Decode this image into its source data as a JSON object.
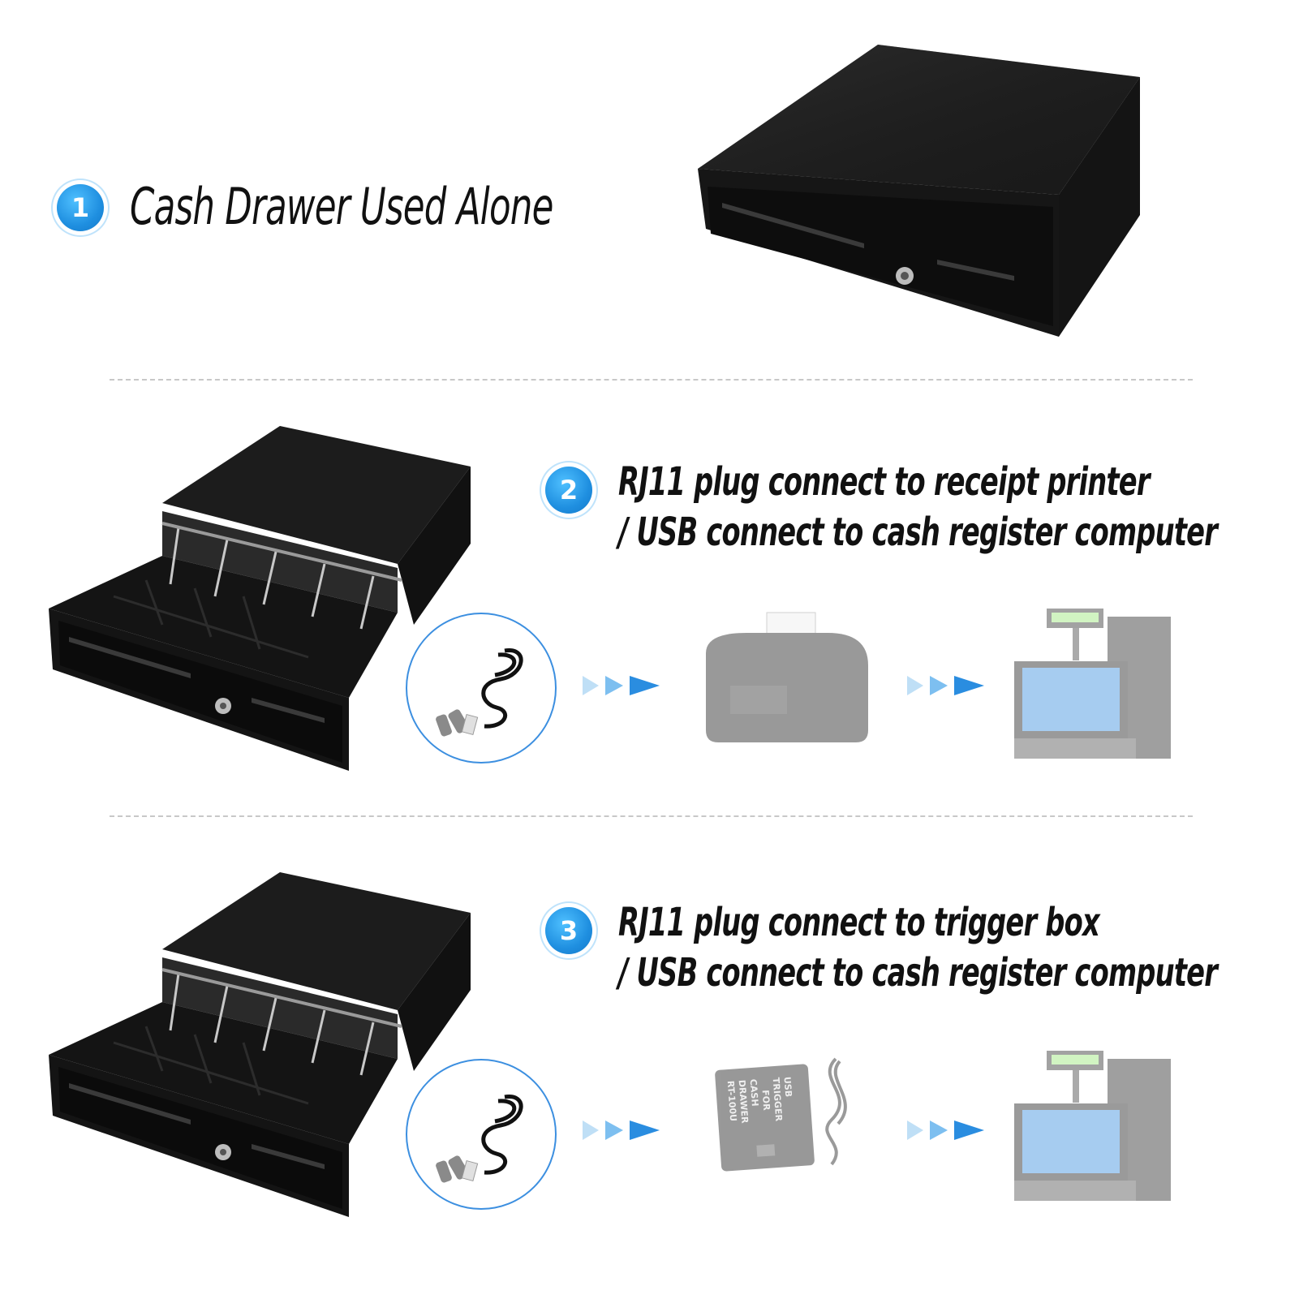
{
  "sections": [
    {
      "number": "1",
      "title": "Cash Drawer Used Alone"
    },
    {
      "number": "2",
      "line1": "RJ11 plug connect to receipt printer",
      "line2": "/ USB connect to cash register computer"
    },
    {
      "number": "3",
      "line1": "RJ11 plug connect to trigger box",
      "line2": "/ USB connect to cash register computer"
    }
  ],
  "trigger_box": {
    "line1": "USB TRIGGER",
    "line2": "FOR",
    "line3": "CASH DRAWER",
    "line4": "RT-100U"
  },
  "colors": {
    "badge": "#1f8fe0",
    "arrow": "#2a8de0",
    "drawer": "#1a1a1a"
  }
}
